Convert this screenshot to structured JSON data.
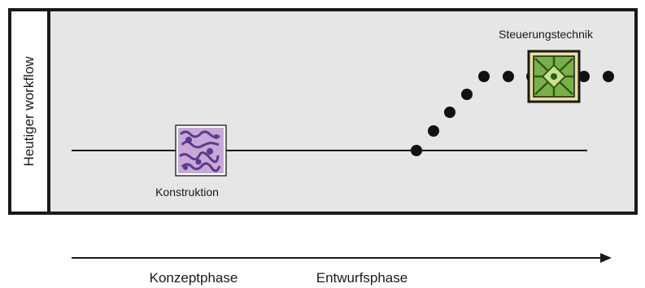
{
  "colors": {
    "panel_bg": "#e6e6e6",
    "frame": "#1a1a1a",
    "konstruktion_icon_bg": "#c8a8d8",
    "konstruktion_icon_pattern": "#5a3c8a",
    "steuerung_icon_frame": "#e8e0a0",
    "steuerung_icon_fill": "#7ab04a",
    "steuerung_icon_core": "#2f5a1a"
  },
  "side_label": "Heutiger workflow",
  "nodes": {
    "konstruktion": {
      "label": "Konstruktion",
      "icon": "konstruktion-icon"
    },
    "steuerungstechnik": {
      "label": "Steuerungstechnik",
      "icon": "steuerungstechnik-icon"
    }
  },
  "phases": [
    "Konzeptphase",
    "Entwurfsphase"
  ]
}
